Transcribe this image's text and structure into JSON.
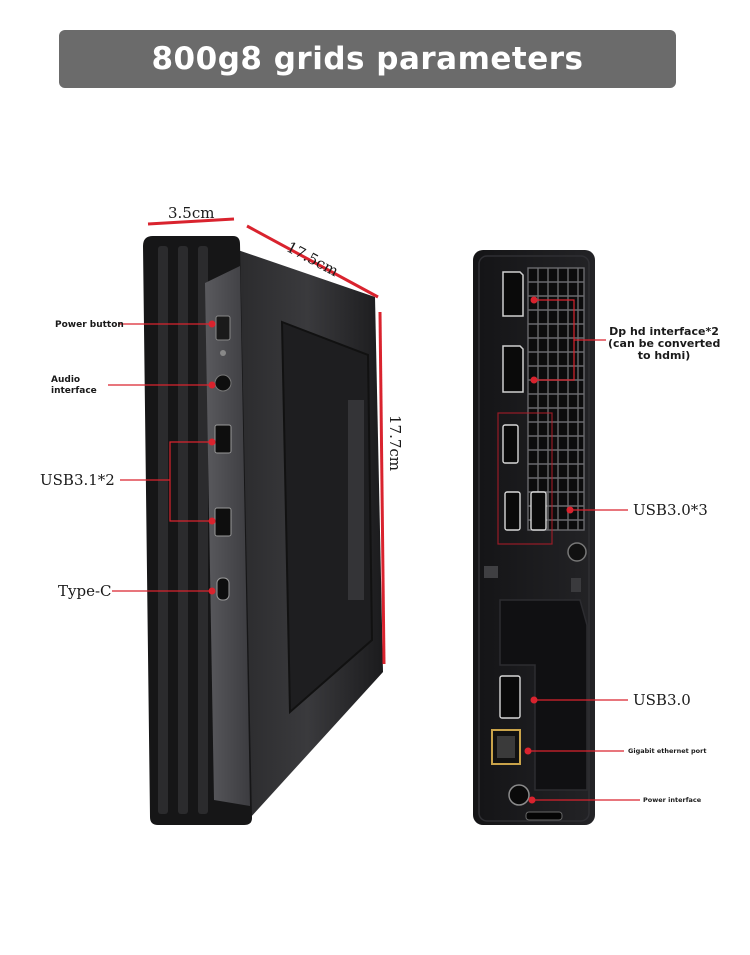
{
  "title": "800g8 grids parameters",
  "dimensions": {
    "width": "3.5cm",
    "depth": "17.5cm",
    "height": "17.7cm"
  },
  "front_labels": {
    "power_button": "Power button",
    "audio_interface_line1": "Audio",
    "audio_interface_line2": "interface",
    "usb31": "USB3.1*2",
    "type_c": "Type-C"
  },
  "rear_labels": {
    "dp_line1": "Dp hd interface*2",
    "dp_line2": "(can be converted",
    "dp_line3": "to hdmi)",
    "usb30x3": "USB3.0*3",
    "usb30": "USB3.0",
    "ethernet": "Gigabit ethernet port",
    "power_interface": "Power interface"
  },
  "colors": {
    "banner": "#6b6b6b",
    "annotation_red": "#d9232e",
    "device_body": "#1c1c1e"
  }
}
